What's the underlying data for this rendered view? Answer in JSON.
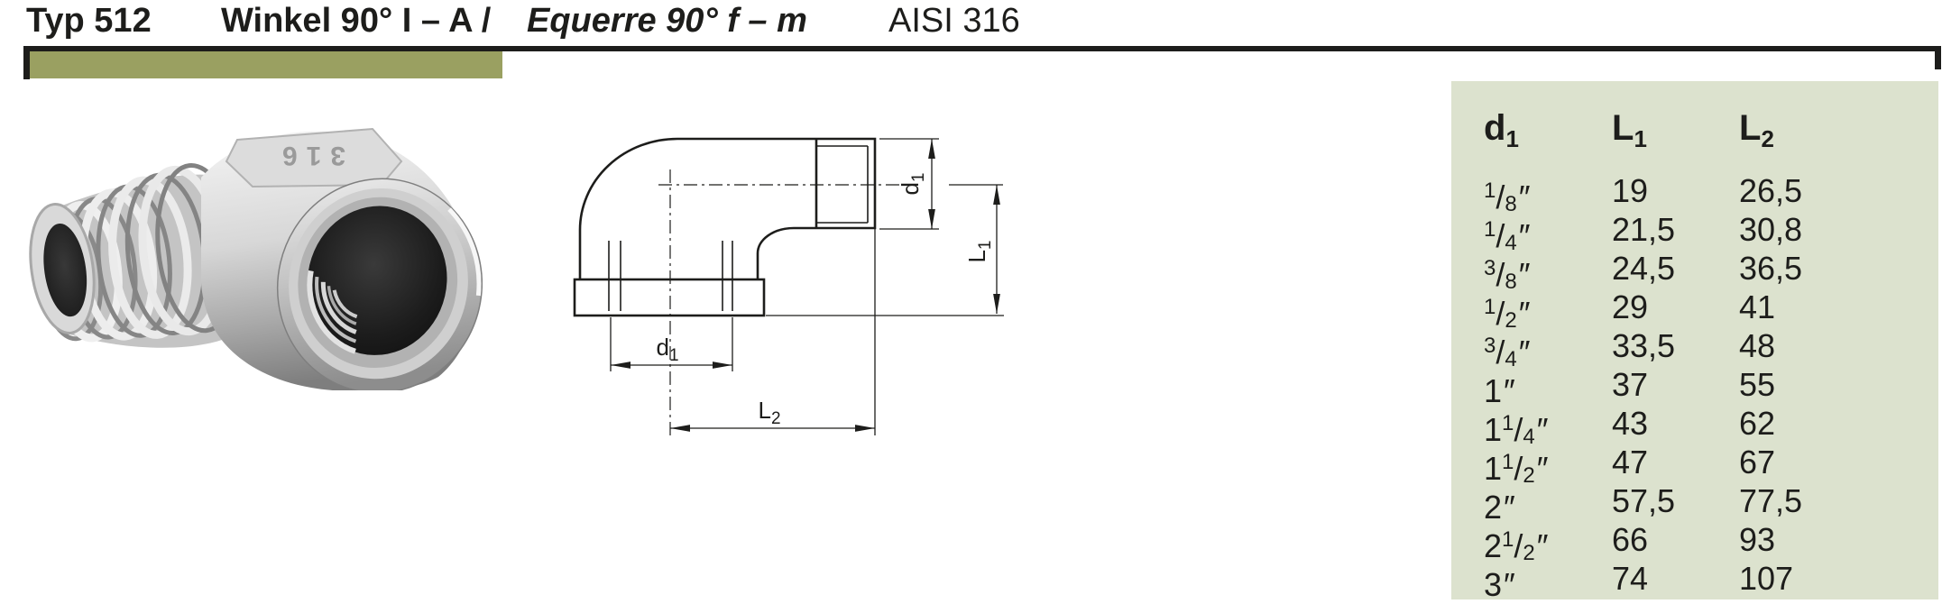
{
  "header": {
    "type_label": "Typ 512",
    "title_de": "Winkel 90° I – A /",
    "title_fr": "Equerre 90° f – m",
    "material": "AISI 316"
  },
  "photo": {
    "cast_mark": "316"
  },
  "drawing": {
    "labels": {
      "d1_right": {
        "base": "d",
        "sub": "1"
      },
      "l1": {
        "base": "L",
        "sub": "1"
      },
      "d1_bottom": {
        "base": "d",
        "sub": "1"
      },
      "l2": {
        "base": "L",
        "sub": "2"
      }
    }
  },
  "table": {
    "columns": [
      {
        "base": "d",
        "sub": "1"
      },
      {
        "base": "L",
        "sub": "1"
      },
      {
        "base": "L",
        "sub": "2"
      }
    ],
    "fraction_slash": "/",
    "inch_mark": "″",
    "rows": [
      {
        "size": {
          "whole": "",
          "num": "1",
          "den": "8"
        },
        "L1": "19",
        "L2": "26,5"
      },
      {
        "size": {
          "whole": "",
          "num": "1",
          "den": "4"
        },
        "L1": "21,5",
        "L2": "30,8"
      },
      {
        "size": {
          "whole": "",
          "num": "3",
          "den": "8"
        },
        "L1": "24,5",
        "L2": "36,5"
      },
      {
        "size": {
          "whole": "",
          "num": "1",
          "den": "2"
        },
        "L1": "29",
        "L2": "41"
      },
      {
        "size": {
          "whole": "",
          "num": "3",
          "den": "4"
        },
        "L1": "33,5",
        "L2": "48"
      },
      {
        "size": {
          "whole": "1",
          "num": "",
          "den": ""
        },
        "L1": "37",
        "L2": "55"
      },
      {
        "size": {
          "whole": "1",
          "num": "1",
          "den": "4"
        },
        "L1": "43",
        "L2": "62"
      },
      {
        "size": {
          "whole": "1",
          "num": "1",
          "den": "2"
        },
        "L1": "47",
        "L2": "67"
      },
      {
        "size": {
          "whole": "2",
          "num": "",
          "den": ""
        },
        "L1": "57,5",
        "L2": "77,5"
      },
      {
        "size": {
          "whole": "2",
          "num": "1",
          "den": "2"
        },
        "L1": "66",
        "L2": "93"
      },
      {
        "size": {
          "whole": "3",
          "num": "",
          "den": ""
        },
        "L1": "74",
        "L2": "107"
      }
    ]
  },
  "colors": {
    "ink": "#1d1d1b",
    "accent_olive": "#9aa061",
    "table_bg": "#dce2ce"
  }
}
